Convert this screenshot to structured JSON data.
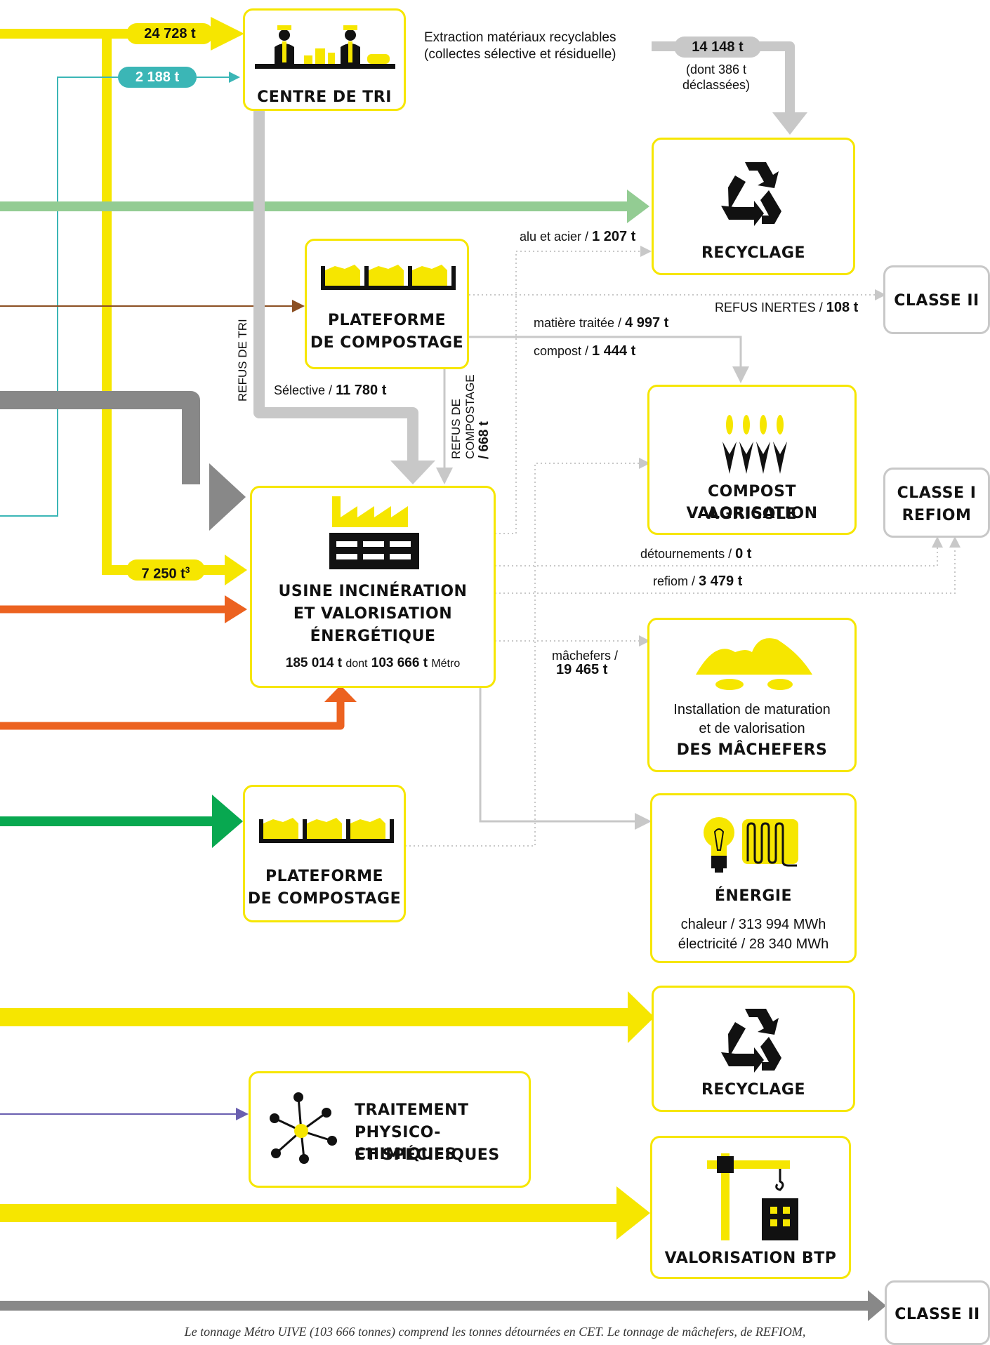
{
  "colors": {
    "yellow": "#f6e600",
    "grey": "#c8c8c8",
    "dark_grey": "#888888",
    "green_light": "#93cc93",
    "green": "#08a850",
    "orange": "#ec6220",
    "brown": "#8b4f22",
    "teal": "#3bb6b6",
    "purple": "#6a5fb0"
  },
  "nodes": {
    "centre_tri": {
      "title": "CENTRE DE TRI"
    },
    "recyclage_top": {
      "title": "RECYCLAGE"
    },
    "plateforme_1": {
      "title_l1": "PLATEFORME",
      "title_l2": "DE COMPOSTAGE"
    },
    "classe2_top": {
      "title": "CLASSE II"
    },
    "compost_agricole": {
      "title_l1": "COMPOST VALORISATION",
      "title_l2": "AGRICOLE"
    },
    "classe1": {
      "title_l1": "CLASSE I",
      "title_l2": "REFIOM"
    },
    "usine": {
      "title_l1": "USINE INCINÉRATION",
      "title_l2": "ET VALORISATION",
      "title_l3": "ÉNERGÉTIQUE",
      "total": "185 014 t",
      "dont": "dont",
      "metro_value": "103 666 t",
      "metro_label": "Métro"
    },
    "maturation": {
      "line1": "Installation de maturation",
      "line2": "et de valorisation",
      "title": "DES MÂCHEFERS"
    },
    "plateforme_2": {
      "title_l1": "PLATEFORME",
      "title_l2": "DE COMPOSTAGE"
    },
    "energie": {
      "title": "ÉNERGIE",
      "chaleur": "chaleur / 313 994 MWh",
      "electricite": "électricité / 28 340 MWh"
    },
    "recyclage_bottom": {
      "title": "RECYCLAGE"
    },
    "traitement": {
      "title_l1": "TRAITEMENT",
      "title_l2": "PHYSICO-CHIMIQUES",
      "title_l3": "ET SPÉCIFIQUES"
    },
    "valorisation_btp": {
      "title": "VALORISATION BTP"
    },
    "classe2_bottom": {
      "title": "CLASSE II"
    }
  },
  "labels": {
    "pill_24728": "24 728 t",
    "pill_2188": "2 188 t",
    "pill_14148": "14 148 t",
    "pill_7250": "7 250 t",
    "pill_7250_sup": "3",
    "extraction_l1": "Extraction matériaux recyclables",
    "extraction_l2": "(collectes sélective et résiduelle)",
    "declassees_l1": "(dont 386 t",
    "declassees_l2": "déclassées)",
    "alu_text": "alu et acier /",
    "alu_value": "1 207 t",
    "refus_inertes_text": "REFUS INERTES /",
    "refus_inertes_value": "108 t",
    "matiere_text": "matière traitée /",
    "matiere_value": "4 997 t",
    "compost_text": "compost /",
    "compost_value": "1 444 t",
    "refus_tri": "REFUS DE TRI",
    "selective_text": "Sélective /",
    "selective_value": "11 780 t",
    "refus_compostage_l1": "REFUS DE",
    "refus_compostage_l2": "COMPOSTAGE",
    "refus_compostage_value": "/ 668 t",
    "detournements_text": "détournements /",
    "detournements_value": "0 t",
    "refiom_text": "refiom /",
    "refiom_value": "3 479 t",
    "machefers_l1": "mâchefers /",
    "machefers_l2": "19 465 t"
  },
  "footnote": "Le tonnage Métro UIVE (103 666 tonnes) comprend les tonnes détournées en CET. Le tonnage de mâchefers, de REFIOM,",
  "icons": [
    "workers-sorting-icon",
    "recycle-icon",
    "compost-bins-icon",
    "factory-icon",
    "wheat-icon",
    "slag-heaps-icon",
    "light-bulb-icon",
    "radiator-icon",
    "molecule-icon",
    "crane-building-icon"
  ]
}
